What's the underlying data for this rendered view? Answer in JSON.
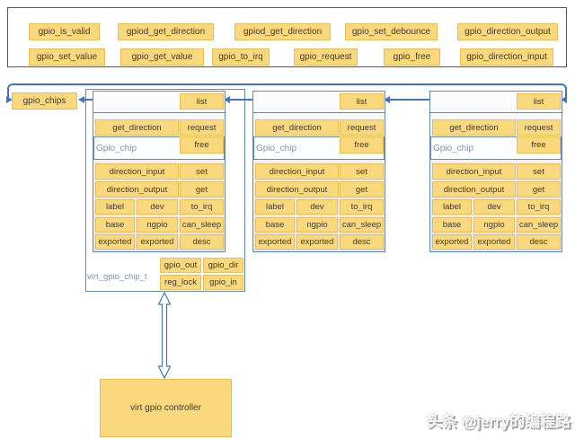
{
  "top_panel": {
    "row1": [
      "gpio_is_valid",
      "gpiod_get_direction",
      "gpiod_get_direction",
      "gpio_set_debounce",
      "gpio_direction_output"
    ],
    "row2": [
      "gpio_set_value",
      "gpio_get_value",
      "gpio_to_irq",
      "gpio_request",
      "gpio_free",
      "gpio_direction_input"
    ]
  },
  "list_head": {
    "label": "gpio_chips"
  },
  "chip": {
    "list": "list",
    "struct_label": "Gpio_chip",
    "get_direction": "get_direction",
    "request": "request",
    "free": "free",
    "direction_input": "direction_input",
    "set": "set",
    "direction_output": "direction_output",
    "get": "get",
    "label": "label",
    "dev": "dev",
    "to_irq": "to_irq",
    "base": "base",
    "ngpio": "ngpio",
    "can_sleep": "can_sleep",
    "exported1": "exported",
    "exported2": "exported",
    "desc": "desc"
  },
  "virt_chip": {
    "label": "virt_gpio_chip_t",
    "gpio_out": "gpio_out",
    "gpio_dir": "gpio_dir",
    "reg_lock": "reg_lock",
    "gpio_in": "gpio_in"
  },
  "controller": {
    "label": "virt gpio controller"
  },
  "watermark": "头条 @jerry的编程路",
  "colors": {
    "cell_fill": "#FAD87E",
    "cell_border": "#EDBD55",
    "arrow_blue": "#4472C4",
    "struct_border": "#6189C4",
    "struct_label_text": "#8296BB",
    "panel_border": "#565656"
  }
}
